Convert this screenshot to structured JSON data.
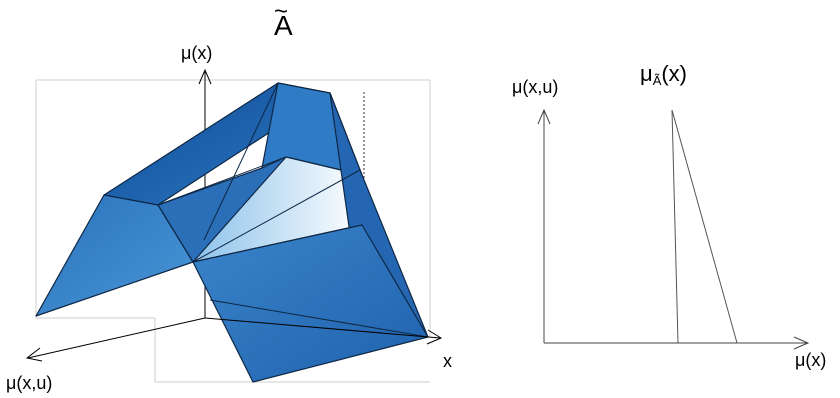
{
  "left_figure": {
    "title_symbol": "A",
    "title_accent": "~",
    "axis_vertical_label": "μ(x)",
    "axis_horizontal_label": "x",
    "axis_depth_label": "μ(x,u)"
  },
  "right_figure": {
    "curve_label_prefix": "μ",
    "curve_label_sub": "Ã",
    "curve_label_suffix": "(x)",
    "axis_vertical_label": "μ(x,u)",
    "axis_horizontal_label": "μ(x)"
  },
  "colors": {
    "surface_dark": "#1c5aa6",
    "surface_mid": "#3d86c9",
    "surface_light": "#cfe6f8",
    "edge": "#102a4a",
    "axis": "#000000",
    "box": "#cfcfcf"
  }
}
